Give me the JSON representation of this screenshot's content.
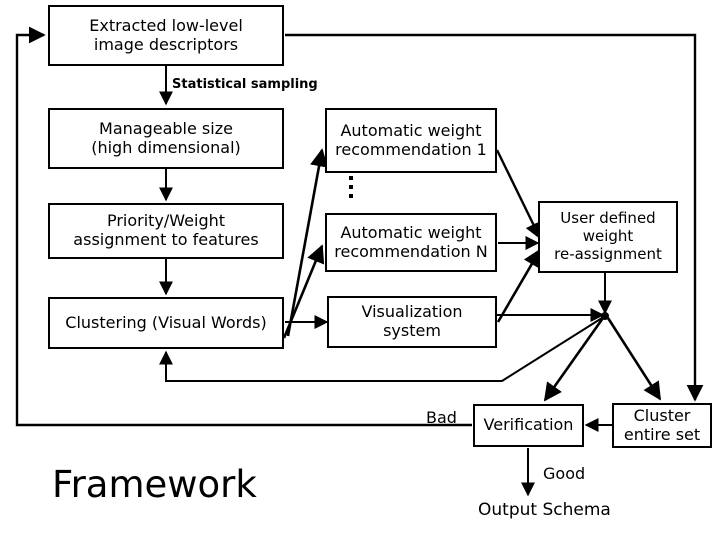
{
  "diagram": {
    "title": "Framework",
    "nodes": [
      {
        "id": "extracted",
        "label": "Extracted low-level image descriptors"
      },
      {
        "id": "manageable",
        "label": "Manageable size (high dimensional)"
      },
      {
        "id": "priority",
        "label": "Priority/Weight assignment to features"
      },
      {
        "id": "clustering",
        "label": "Clustering (Visual Words)"
      },
      {
        "id": "auto1",
        "label": "Automatic weight recommendation 1"
      },
      {
        "id": "autoN",
        "label": "Automatic weight recommendation N"
      },
      {
        "id": "userweight",
        "label": "User defined weight re-assignment"
      },
      {
        "id": "visual",
        "label": "Visualization system"
      },
      {
        "id": "verify",
        "label": "Verification"
      },
      {
        "id": "clusterall",
        "label": "Cluster entire set"
      }
    ],
    "node_lines": {
      "extracted": [
        "Extracted low-level",
        "image descriptors"
      ],
      "manageable": [
        "Manageable size",
        "(high dimensional)"
      ],
      "priority": [
        "Priority/Weight",
        "assignment to features"
      ],
      "clustering": [
        "Clustering (Visual Words)"
      ],
      "auto1": [
        "Automatic weight",
        "recommendation 1"
      ],
      "autoN": [
        "Automatic weight",
        "recommendation N"
      ],
      "userweight": [
        "User defined",
        "weight",
        "re-assignment"
      ],
      "visual": [
        "Visualization",
        "system"
      ],
      "verify": [
        "Verification"
      ],
      "clusterall": [
        "Cluster",
        "entire set"
      ]
    },
    "edge_labels": {
      "statistical_sampling": "Statistical sampling",
      "bad": "Bad",
      "good": "Good"
    },
    "free_text": {
      "output_schema": "Output Schema"
    },
    "ellipsis": "vertical-ellipsis",
    "colors": {
      "stroke": "#000000",
      "fill": "#ffffff",
      "text": "#000000"
    }
  }
}
